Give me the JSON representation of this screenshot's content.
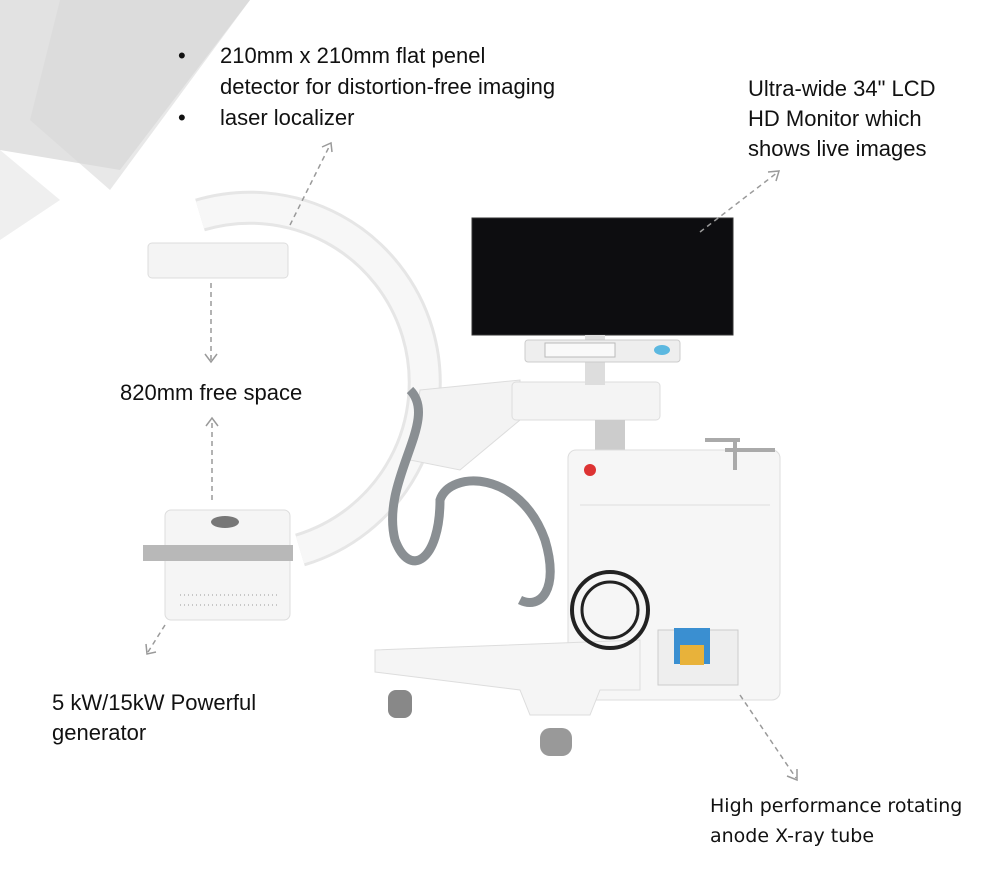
{
  "features": {
    "detector": {
      "bullets": [
        "210mm x 210mm flat penel detector for distortion-free imaging",
        "laser localizer"
      ],
      "bullet_lines": [
        "210mm x 210mm flat penel",
        "detector for distortion-free imaging"
      ]
    },
    "monitor": {
      "lines": [
        "Ultra-wide 34\" LCD",
        "HD Monitor which",
        "shows live images"
      ]
    },
    "free_space": "820mm free space",
    "generator": {
      "lines": [
        "5 kW/15kW Powerful",
        "generator"
      ]
    },
    "tube": {
      "lines": [
        "High performance rotating",
        "anode X-ray tube"
      ]
    }
  },
  "colors": {
    "arrow": "#9a9a9a",
    "device": "#f2f2f2",
    "screen": "#0d0d10",
    "bg_shape": "#e4e4e4"
  }
}
